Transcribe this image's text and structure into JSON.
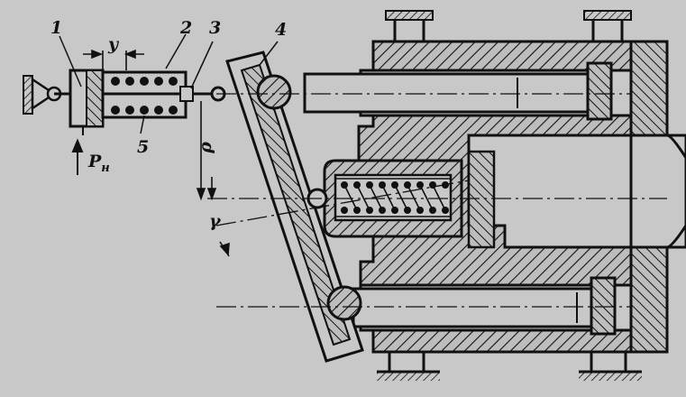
{
  "figure": {
    "callouts": {
      "c1": "1",
      "c2": "2",
      "c3": "3",
      "c4": "4",
      "c5": "5",
      "y": "y",
      "rho": "ρ",
      "gamma": "γ",
      "pn": "P",
      "pn_sub": "н"
    },
    "colors": {
      "background": "#c8c8c8",
      "ink": "#111111",
      "section_fill": "#bdbdbd"
    }
  }
}
